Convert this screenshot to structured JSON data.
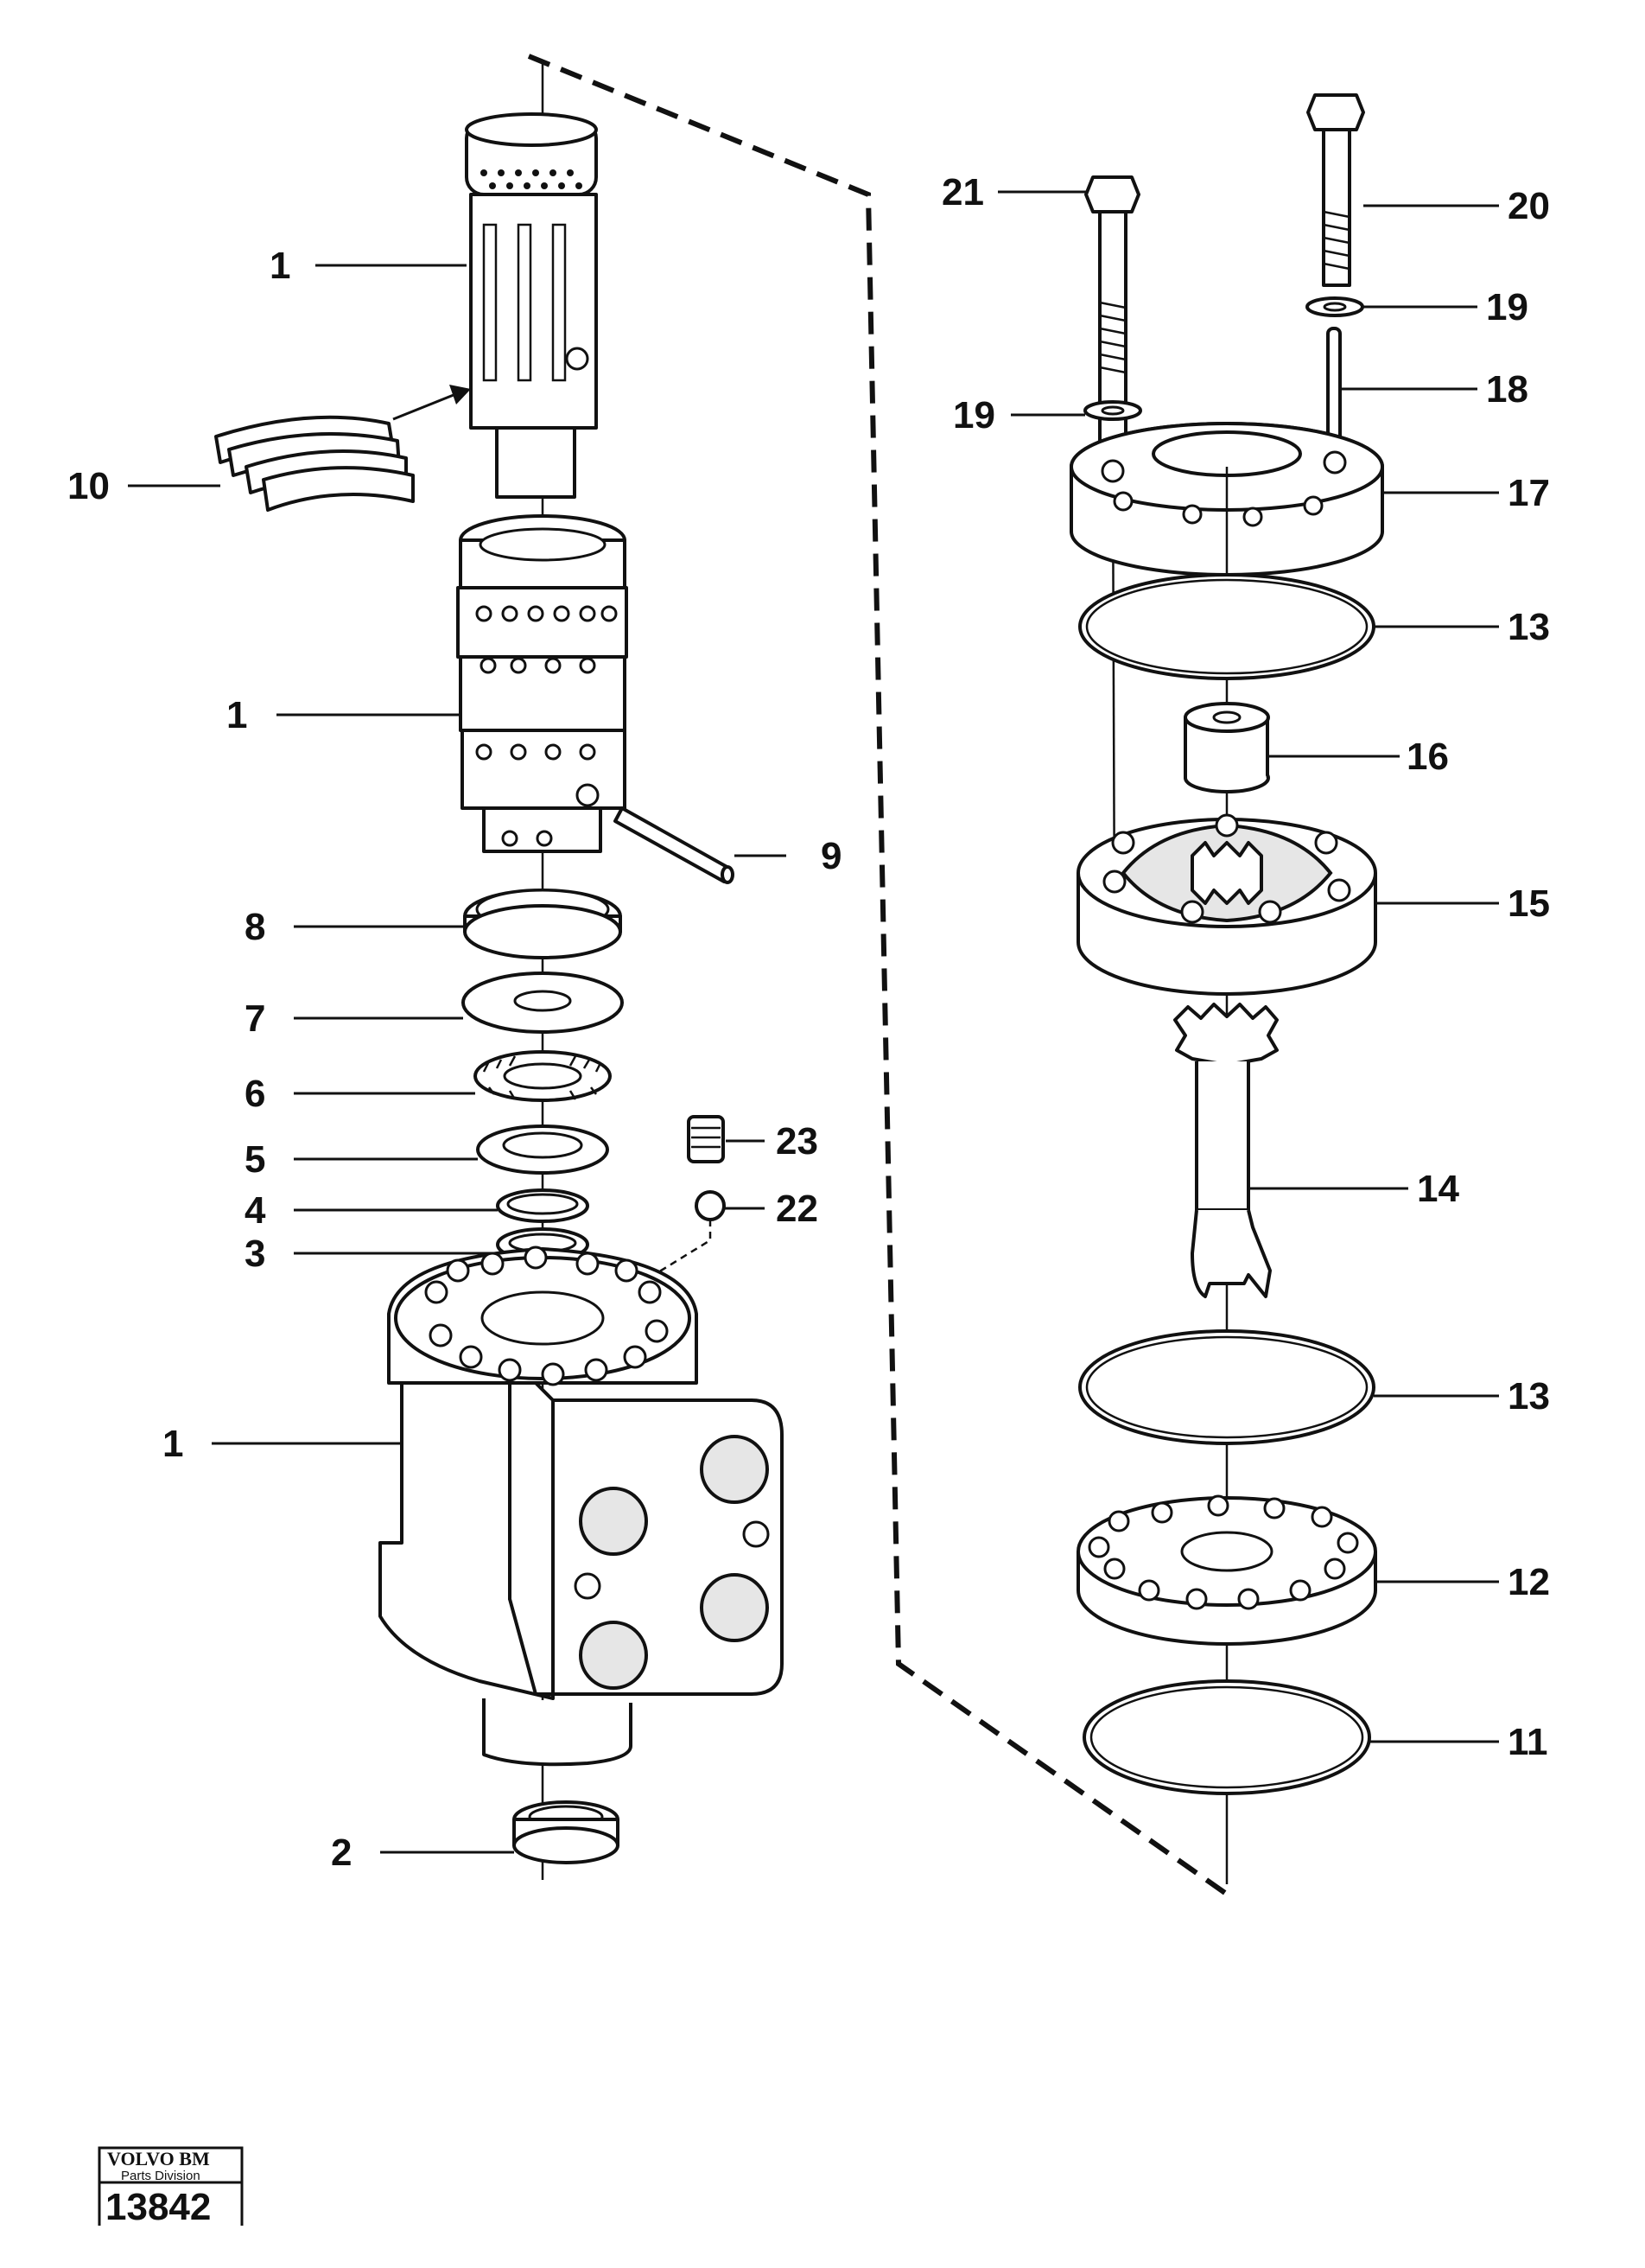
{
  "labels": {
    "l1_top": "1",
    "l10": "10",
    "l1_mid": "1",
    "l9": "9",
    "l8": "8",
    "l7": "7",
    "l6": "6",
    "l5": "5",
    "l23": "23",
    "l4": "4",
    "l22": "22",
    "l3": "3",
    "l1_body": "1",
    "l2": "2",
    "l21": "21",
    "l20": "20",
    "l19_right": "19",
    "l19_left": "19",
    "l18": "18",
    "l17": "17",
    "l13_top": "13",
    "l16": "16",
    "l15": "15",
    "l14": "14",
    "l13_bottom": "13",
    "l12": "12",
    "l11": "11"
  },
  "stamp": {
    "brand": "VOLVO BM",
    "division": "Parts Division",
    "number": "13842"
  }
}
